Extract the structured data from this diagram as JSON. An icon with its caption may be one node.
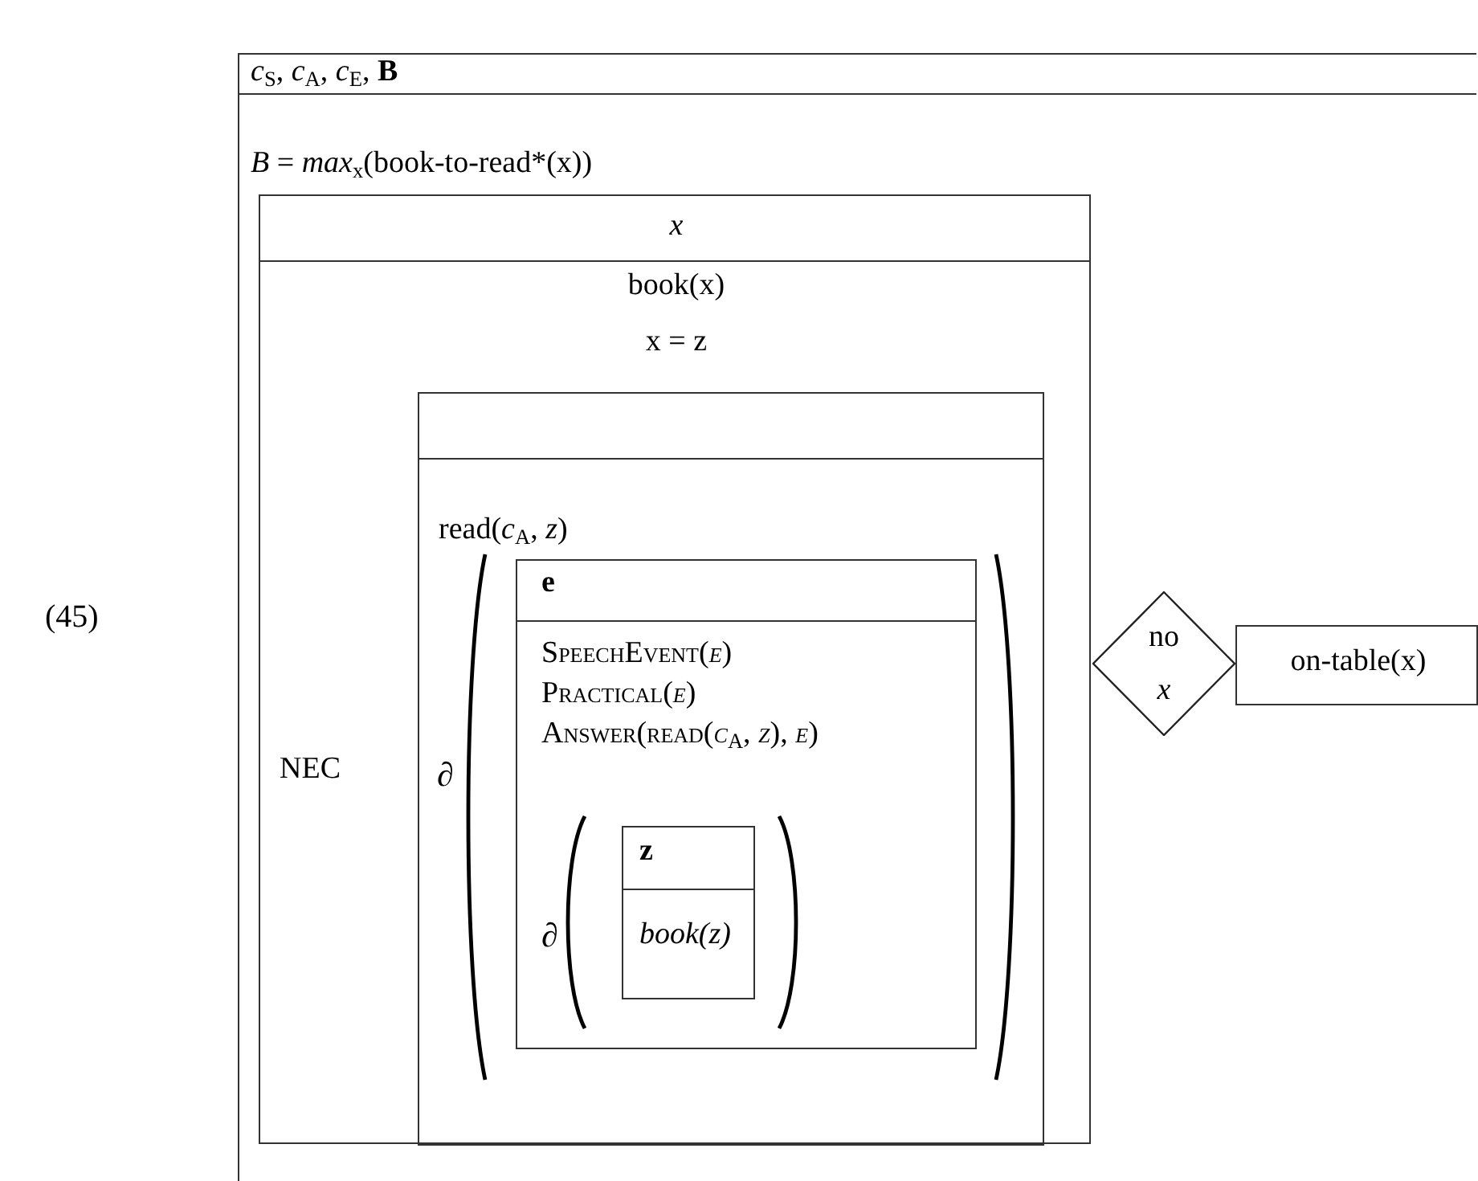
{
  "diagram": {
    "nodes": [
      {
        "text": [
          "*c*$_{S}$, *c*$_{A}$, *c*$_{E}$, **B**",
          "*B* = *max*$_{x}$(book-to-read*(x))"
        ]
      },
      {
        "text": [
          "x",
          "book(x)",
          "x = z"
        ],
        "in": 0
      },
      {
        "text": [
          "read(*c*$_{A}$, *z*)"
        ],
        "in": 1,
        "beside": [
          "NEC"
        ]
      },
      {
        "text": [
          "e",
          "SpeechEvent(*e*)",
          "Practical(*e*)",
          "Answer(read(*c*$_{A}$, *z*), *e*)"
        ],
        "in": 2
      },
      {
        "text": [
          "z",
          "book(z)"
        ],
        "in": 3
      },
      {
        "text": [
          "no",
          "x"
        ],
        "in": 0
      },
      {
        "text": [
          "on-table(x)"
        ],
        "in": 0
      }
    ],
    "labels": [
      "(45)",
      "∂",
      "∂"
    ]
  }
}
